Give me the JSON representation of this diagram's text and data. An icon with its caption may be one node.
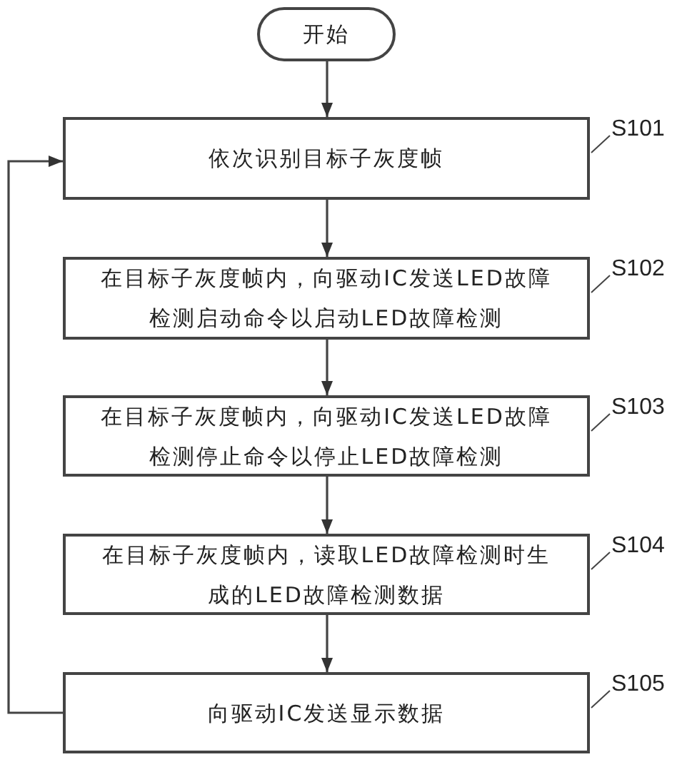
{
  "diagram": {
    "nodes": [
      {
        "text": [
          "开始"
        ]
      },
      {
        "text": [
          "依次识别目标子灰度帧"
        ]
      },
      {
        "text": [
          "在目标子灰度帧内，向驱动IC发送LED故障检测启动命令以启动LED故障检测"
        ]
      },
      {
        "text": [
          "在目标子灰度帧内，向驱动IC发送LED故障检测停止命令以停止LED故障检测"
        ]
      },
      {
        "text": [
          "在目标子灰度帧内，读取LED故障检测时生成的LED故障检测数据"
        ]
      },
      {
        "text": [
          "向驱动IC发送显示数据"
        ]
      },
      {
        "text": [
          "S101"
        ]
      },
      {
        "text": [
          "S102"
        ]
      },
      {
        "text": [
          "S103"
        ]
      },
      {
        "text": [
          "S104"
        ]
      },
      {
        "text": [
          "S105"
        ]
      }
    ],
    "edges": [
      {
        "from": 0,
        "to": 1,
        "arrow": "to"
      },
      {
        "from": 1,
        "to": 2,
        "arrow": "to"
      },
      {
        "from": 2,
        "to": 3,
        "arrow": "to"
      },
      {
        "from": 3,
        "to": 4,
        "arrow": "to"
      },
      {
        "from": 4,
        "to": 5,
        "arrow": "to"
      },
      {
        "from": 5,
        "to": 1,
        "arrow": "to"
      },
      {
        "from": 6,
        "to": 1,
        "arrow": "none"
      },
      {
        "from": 7,
        "to": 2,
        "arrow": "none"
      },
      {
        "from": 8,
        "to": 3,
        "arrow": "none"
      },
      {
        "from": 9,
        "to": 4,
        "arrow": "none"
      },
      {
        "from": 10,
        "to": 5,
        "arrow": "none"
      }
    ]
  }
}
